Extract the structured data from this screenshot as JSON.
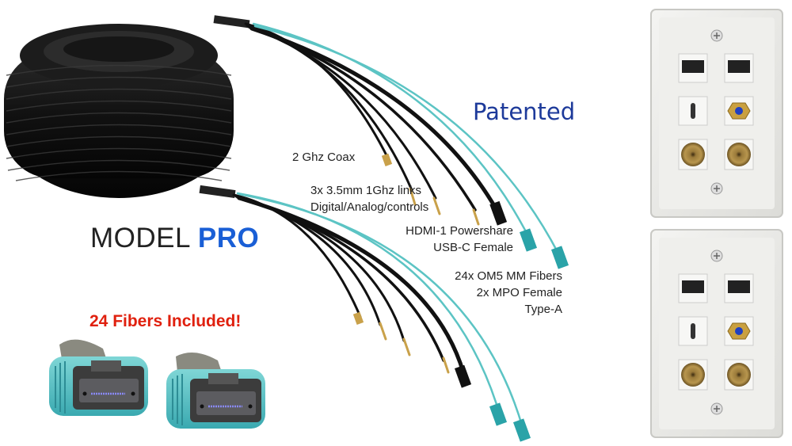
{
  "headline": {
    "patented": "Patented",
    "model_prefix": "MODEL",
    "model_name": "PRO",
    "fibers_callout": "24 Fibers Included!"
  },
  "cable_labels": [
    {
      "id": "coax",
      "lines": [
        "2 Ghz Coax"
      ]
    },
    {
      "id": "audio",
      "lines": [
        "3x 3.5mm 1Ghz links",
        "Digital/Analog/controls"
      ]
    },
    {
      "id": "usb",
      "lines": [
        "HDMI-1 Powershare",
        "USB-C Female"
      ]
    },
    {
      "id": "fiber",
      "lines": [
        "24x OM5 MM Fibers",
        "2x MPO Female",
        "Type-A"
      ]
    }
  ],
  "wall_plates": [
    {
      "position": "top",
      "ports": [
        "RJ45 keystone",
        "RJ45 keystone",
        "USB-C",
        "F-type coax",
        "Binding post",
        "Binding post"
      ]
    },
    {
      "position": "bottom",
      "ports": [
        "RJ45 keystone",
        "RJ45 keystone",
        "USB-C",
        "F-type coax",
        "Binding post",
        "Binding post"
      ]
    }
  ],
  "colors": {
    "patented_blue": "#1d3a9a",
    "pro_blue": "#1a5fd6",
    "callout_red": "#e0200e",
    "fiber_aqua": "#5cc4c4",
    "cable_black": "#151515"
  }
}
